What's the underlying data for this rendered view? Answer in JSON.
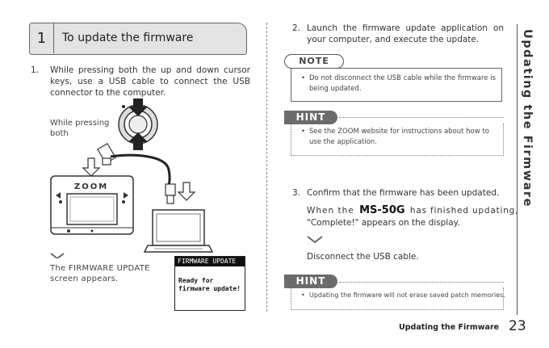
{
  "step1": {
    "number": "1",
    "title": "To update the firmware"
  },
  "instructions": {
    "item1_num": "1.",
    "item1_text": "While pressing both the up and down cursor keys, use a USB cable to connect the USB connector to the computer.",
    "item2_num": "2.",
    "item2_text": "Launch the firmware update application on your computer, and execute the update.",
    "item3_num": "3.",
    "item3_text": "Confirm that the firmware has been updated."
  },
  "diagram": {
    "while_pressing": "While pressing both",
    "device_logo": "ZOOM",
    "screen_caption": "The FIRMWARE UPDATE screen appears.",
    "lcd_header": "FIRMWARE UPDATE",
    "lcd_line1": "Ready for",
    "lcd_line2": "firmware update!"
  },
  "note": {
    "label": "NOTE",
    "text": "Do not disconnect the USB cable while the firmware is being updated."
  },
  "hint1": {
    "label": "HINT",
    "text": "See the ZOOM website for instructions about how to use the application."
  },
  "confirm": {
    "when_the": "When the",
    "model": "MS-50G",
    "after_model": "has finished updating,",
    "line2": "\"Complete!\" appears on the display.",
    "disconnect": "Disconnect the USB cable."
  },
  "hint2": {
    "label": "HINT",
    "text": "Updating the firmware will not erase saved patch memories."
  },
  "side_tab": "Updating the Firmware",
  "footer": {
    "title": "Updating the Firmware",
    "page": "23"
  }
}
